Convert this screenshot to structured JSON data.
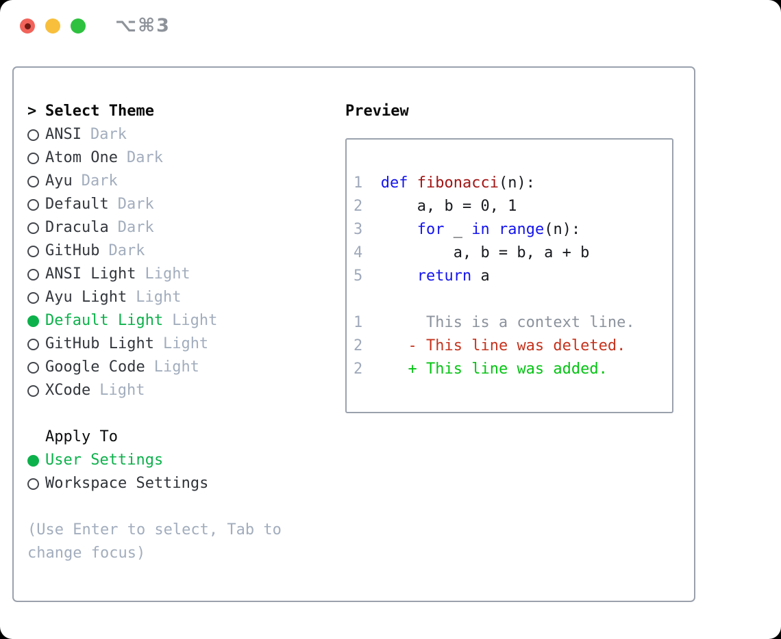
{
  "titlebar": {
    "title": "⌥⌘3",
    "buttons": [
      "close",
      "minimize",
      "zoom"
    ]
  },
  "selector": {
    "heading": "Select Theme",
    "prompt_icon": ">",
    "themes": [
      {
        "name": "ANSI",
        "variant": "Dark",
        "selected": false
      },
      {
        "name": "Atom One",
        "variant": "Dark",
        "selected": false
      },
      {
        "name": "Ayu",
        "variant": "Dark",
        "selected": false
      },
      {
        "name": "Default",
        "variant": "Dark",
        "selected": false
      },
      {
        "name": "Dracula",
        "variant": "Dark",
        "selected": false
      },
      {
        "name": "GitHub",
        "variant": "Dark",
        "selected": false
      },
      {
        "name": "ANSI Light",
        "variant": "Light",
        "selected": false
      },
      {
        "name": "Ayu Light",
        "variant": "Light",
        "selected": false
      },
      {
        "name": "Default Light",
        "variant": "Light",
        "selected": true
      },
      {
        "name": "GitHub Light",
        "variant": "Light",
        "selected": false
      },
      {
        "name": "Google Code",
        "variant": "Light",
        "selected": false
      },
      {
        "name": "XCode",
        "variant": "Light",
        "selected": false
      }
    ],
    "apply_to": {
      "heading": "Apply To",
      "options": [
        {
          "name": "User Settings",
          "selected": true
        },
        {
          "name": "Workspace Settings",
          "selected": false
        }
      ]
    },
    "hint": "(Use Enter to select, Tab to change focus)"
  },
  "preview": {
    "heading": "Preview",
    "lines": [
      {
        "segments": [
          {
            "text": "1  ",
            "style": "num"
          },
          {
            "text": "def ",
            "style": "kw"
          },
          {
            "text": "fibonacci",
            "style": "fn"
          },
          {
            "text": "(n):",
            "style": "plain"
          }
        ]
      },
      {
        "segments": [
          {
            "text": "2  ",
            "style": "num"
          },
          {
            "text": "    a, b = 0, 1",
            "style": "plain"
          }
        ]
      },
      {
        "segments": [
          {
            "text": "3  ",
            "style": "num"
          },
          {
            "text": "    ",
            "style": "plain"
          },
          {
            "text": "for",
            "style": "kw"
          },
          {
            "text": " _ ",
            "style": "plain"
          },
          {
            "text": "in",
            "style": "kw"
          },
          {
            "text": " ",
            "style": "plain"
          },
          {
            "text": "range",
            "style": "kw"
          },
          {
            "text": "(n):",
            "style": "plain"
          }
        ]
      },
      {
        "segments": [
          {
            "text": "4  ",
            "style": "num"
          },
          {
            "text": "        a, b = b, a + b",
            "style": "plain"
          }
        ]
      },
      {
        "segments": [
          {
            "text": "5  ",
            "style": "num"
          },
          {
            "text": "    ",
            "style": "plain"
          },
          {
            "text": "return",
            "style": "kw"
          },
          {
            "text": " a",
            "style": "plain"
          }
        ]
      },
      {
        "segments": []
      },
      {
        "segments": [
          {
            "text": "1  ",
            "style": "num"
          },
          {
            "text": "     This is a context line.",
            "style": "ctx"
          }
        ]
      },
      {
        "segments": [
          {
            "text": "2  ",
            "style": "num"
          },
          {
            "text": "   ",
            "style": "plain"
          },
          {
            "text": "- This line was deleted.",
            "style": "del"
          }
        ]
      },
      {
        "segments": [
          {
            "text": "2  ",
            "style": "num"
          },
          {
            "text": "   ",
            "style": "plain"
          },
          {
            "text": "+ This line was added.",
            "style": "add"
          }
        ]
      }
    ]
  },
  "colors": {
    "selection_green": "#0db14b",
    "added_green": "#03c412",
    "deleted_red": "#c5331d",
    "keyword_blue": "#1414ee",
    "function_red": "#a31515",
    "border_gray": "#9aa1ad",
    "traffic_red": "#f1635a",
    "traffic_red_dot": "#701a14",
    "traffic_yellow": "#f8bf3c",
    "traffic_green": "#2ec13f"
  }
}
